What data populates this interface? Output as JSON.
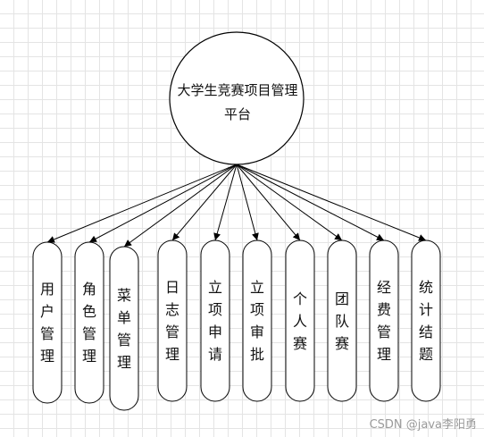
{
  "diagram": {
    "root": {
      "label": "大学生竞赛项目管理平台"
    },
    "children": [
      {
        "label": "用户管理"
      },
      {
        "label": "角色管理"
      },
      {
        "label": "菜单管理"
      },
      {
        "label": "日志管理"
      },
      {
        "label": "立项申请"
      },
      {
        "label": "立项审批"
      },
      {
        "label": "个人赛"
      },
      {
        "label": "团队赛"
      },
      {
        "label": "经费管理"
      },
      {
        "label": "统计结题"
      }
    ]
  },
  "watermark": {
    "text": "CSDN @java李阳勇"
  }
}
